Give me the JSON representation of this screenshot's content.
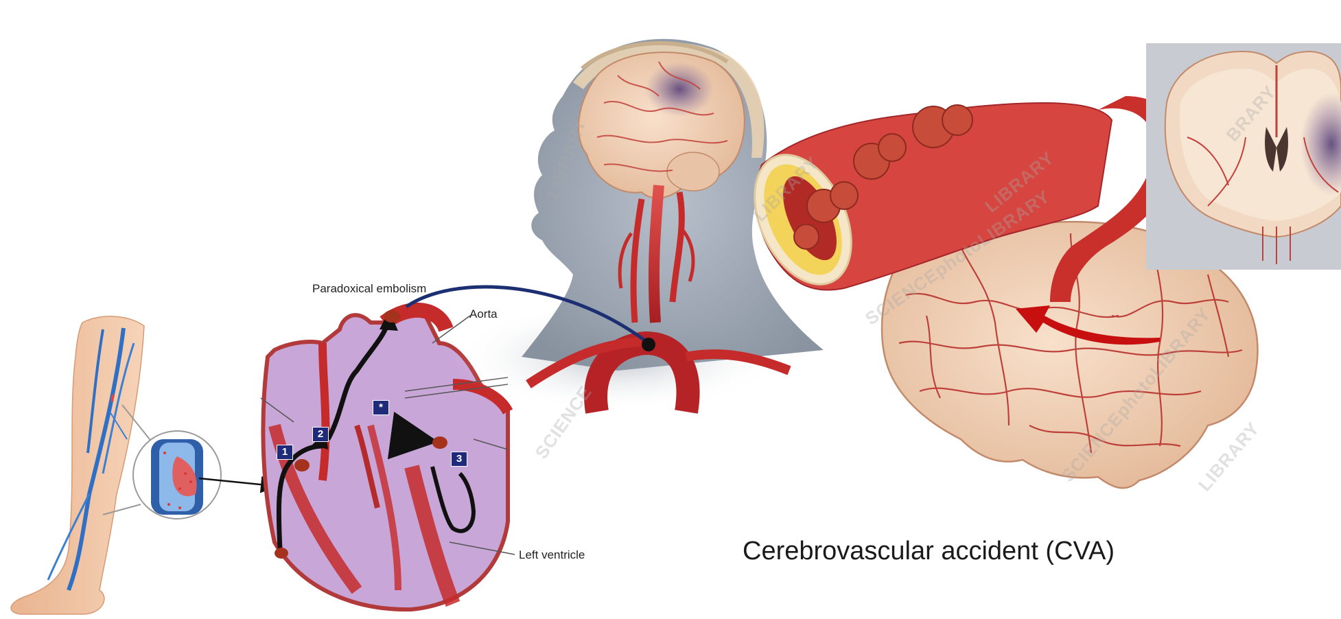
{
  "heart_diagram": {
    "title": "Paradoxical embolism",
    "aorta_label": "Aorta",
    "left_ventricle_label": "Left ventricle",
    "step_markers": [
      "1",
      "2",
      "3",
      "*"
    ]
  },
  "caption": "Cerebrovascular accident (CVA)",
  "watermarks": [
    "SCIENCEphotoLIBRARY",
    "SCIENCE",
    "LIBRARY",
    "LIBRARY",
    "SCIENCEphotoLIBRARY",
    "LIBRARY",
    "LIBRARY",
    "BRARY"
  ],
  "colors": {
    "artery_red": "#c62b2b",
    "vein_blue": "#2f6fc4",
    "heart_purple": "#c9a6d8",
    "brain_tan": "#f0cfb4",
    "connector_navy": "#1b2f72",
    "pointer_red": "#c80f0f"
  },
  "icons": [
    "leg-illustration",
    "vein-clot-magnifier",
    "heart-diagram",
    "head-brain-illustration",
    "artery-plaque-illustration",
    "brain-illustration",
    "brain-coronal-section"
  ]
}
